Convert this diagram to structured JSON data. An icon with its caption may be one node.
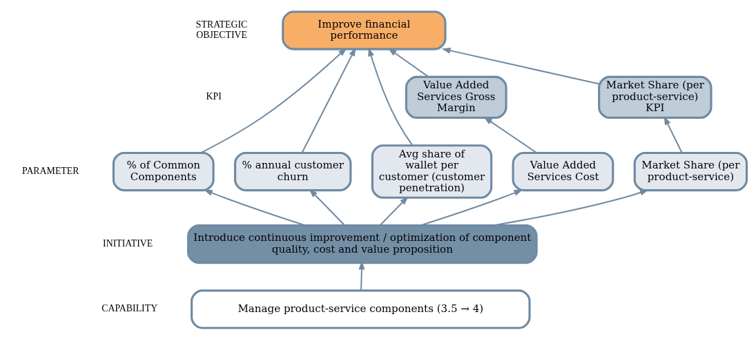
{
  "diagram": {
    "nodes": [
      {
        "text": [
          "Improve financial performance"
        ]
      },
      {
        "text": [
          "Value Added Services Gross Margin"
        ]
      },
      {
        "text": [
          "Market Share (per product-service) KPI"
        ]
      },
      {
        "text": [
          "Value Added Services Cost"
        ]
      },
      {
        "text": [
          "Market Share (per product-service)"
        ]
      },
      {
        "text": [
          "% of Common Components"
        ]
      },
      {
        "text": [
          "% annual customer churn"
        ]
      },
      {
        "text": [
          "Avg share of wallet per customer (customer penetration)"
        ]
      },
      {
        "text": [
          "Introduce continuous improvement / optimization of component quality, cost and value proposition"
        ]
      },
      {
        "text": [
          "Manage product-service components (3.5 → 4)"
        ]
      }
    ],
    "edges": [
      {
        "from": 1,
        "to": 0,
        "arrow": "to"
      },
      {
        "from": 2,
        "to": 0,
        "arrow": "to"
      },
      {
        "from": 5,
        "to": 0,
        "arrow": "to"
      },
      {
        "from": 6,
        "to": 0,
        "arrow": "to"
      },
      {
        "from": 7,
        "to": 0,
        "arrow": "to"
      },
      {
        "from": 3,
        "to": 1,
        "arrow": "to"
      },
      {
        "from": 4,
        "to": 2,
        "arrow": "to"
      },
      {
        "from": 8,
        "to": 3,
        "arrow": "to"
      },
      {
        "from": 8,
        "to": 4,
        "arrow": "to"
      },
      {
        "from": 8,
        "to": 5,
        "arrow": "to"
      },
      {
        "from": 8,
        "to": 6,
        "arrow": "to"
      },
      {
        "from": 8,
        "to": 7,
        "arrow": "to"
      },
      {
        "from": 9,
        "to": 8,
        "arrow": "to"
      }
    ],
    "labels": [
      "STRATEGIC OBJECTIVE",
      "KPI",
      "PARAMETER",
      "INITIATIVE",
      "CAPABILITY"
    ]
  }
}
